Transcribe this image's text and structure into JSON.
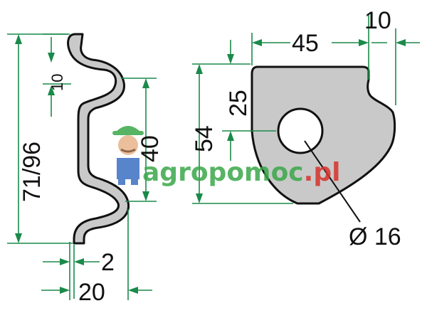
{
  "dimensions": {
    "height_total": "71/96",
    "offset_top": "10",
    "inner_height": "40",
    "thickness": "2",
    "width_profile": "20",
    "plate_width": "45",
    "plate_right_offset": "10",
    "hole_top_offset": "25",
    "plate_height": "54",
    "hole_diameter": "Ø 16"
  },
  "watermark": {
    "text_main": "agropomoc",
    "text_tld": ".pl"
  },
  "colors": {
    "dimension_green": "#1a8a4a",
    "part_fill": "#c9c9c9",
    "outline": "#111111",
    "watermark_green": "#3aa84a",
    "watermark_red": "#d8322b"
  }
}
